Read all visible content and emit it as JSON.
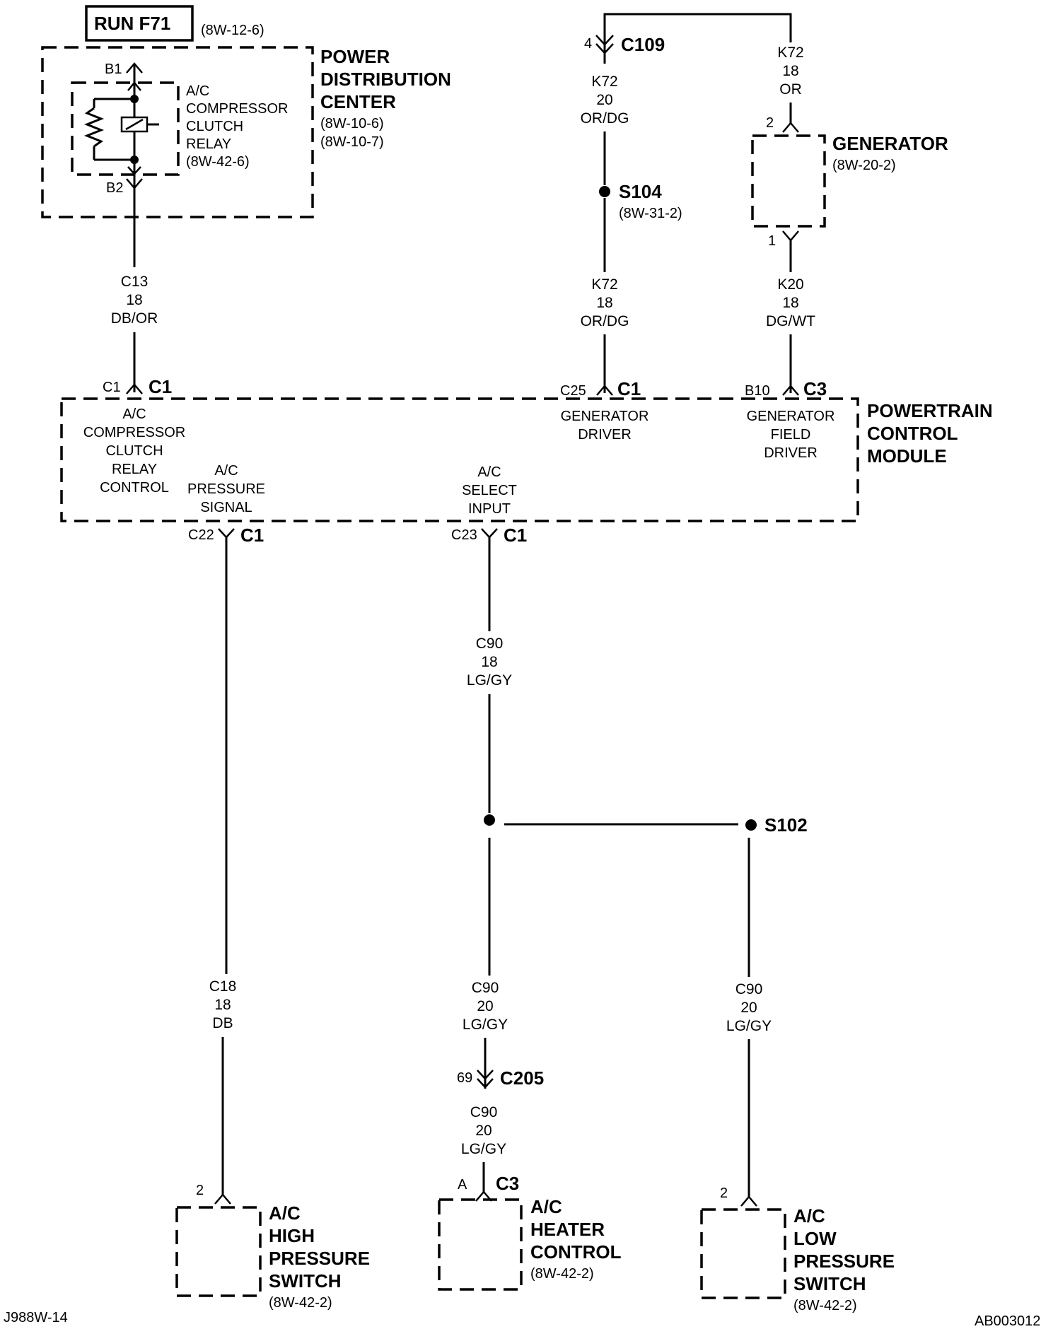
{
  "fuse": {
    "label": "RUN F71",
    "ref": "(8W-12-6)"
  },
  "pdc": {
    "title": [
      "POWER",
      "DISTRIBUTION",
      "CENTER"
    ],
    "refs": [
      "(8W-10-6)",
      "(8W-10-7)"
    ],
    "pin_top": "B1",
    "pin_bottom": "B2",
    "relay": {
      "lines": [
        "A/C",
        "COMPRESSOR",
        "CLUTCH",
        "RELAY",
        "(8W-42-6)"
      ]
    }
  },
  "wires": {
    "c13": [
      "C13",
      "18",
      "DB/OR"
    ],
    "k72_upper": [
      "K72",
      "20",
      "OR/DG"
    ],
    "k72_lower": [
      "K72",
      "18",
      "OR/DG"
    ],
    "k72_gen": [
      "K72",
      "18",
      "OR"
    ],
    "k20": [
      "K20",
      "18",
      "DG/WT"
    ],
    "c90_main": [
      "C90",
      "18",
      "LG/GY"
    ],
    "c18": [
      "C18",
      "18",
      "DB"
    ],
    "c90_heater": [
      "C90",
      "20",
      "LG/GY"
    ],
    "c90_heater_lower": [
      "C90",
      "20",
      "LG/GY"
    ],
    "c90_low": [
      "C90",
      "20",
      "LG/GY"
    ]
  },
  "connectors": {
    "c109": {
      "name": "C109",
      "pin": "4"
    },
    "c205": {
      "name": "C205",
      "pin": "69"
    },
    "pcm_c1_a": {
      "name": "C1",
      "pin": "C1"
    },
    "pcm_c1_b": {
      "name": "C1",
      "pin": "C25"
    },
    "pcm_c3": {
      "name": "C3",
      "pin": "B10"
    },
    "pcm_c1_c": {
      "name": "C1",
      "pin": "C22"
    },
    "pcm_c1_d": {
      "name": "C1",
      "pin": "C23"
    },
    "heater_c3": {
      "name": "C3",
      "pin": "A"
    }
  },
  "splices": {
    "s104": {
      "name": "S104",
      "ref": "(8W-31-2)"
    },
    "s102": {
      "name": "S102"
    }
  },
  "generator": {
    "title": "GENERATOR",
    "ref": "(8W-20-2)",
    "pin_top": "2",
    "pin_bottom": "1"
  },
  "pcm": {
    "title": [
      "POWERTRAIN",
      "CONTROL",
      "MODULE"
    ],
    "func_relay": [
      "A/C",
      "COMPRESSOR",
      "CLUTCH",
      "RELAY",
      "CONTROL"
    ],
    "func_gen_driver": [
      "GENERATOR",
      "DRIVER"
    ],
    "func_field_driver": [
      "GENERATOR",
      "FIELD",
      "DRIVER"
    ],
    "func_pressure": [
      "A/C",
      "PRESSURE",
      "SIGNAL"
    ],
    "func_select": [
      "A/C",
      "SELECT",
      "INPUT"
    ]
  },
  "high_switch": {
    "title": [
      "A/C",
      "HIGH",
      "PRESSURE",
      "SWITCH"
    ],
    "ref": "(8W-42-2)",
    "pin": "2"
  },
  "heater_control": {
    "title": [
      "A/C",
      "HEATER",
      "CONTROL"
    ],
    "ref": "(8W-42-2)"
  },
  "low_switch": {
    "title": [
      "A/C",
      "LOW",
      "PRESSURE",
      "SWITCH"
    ],
    "ref": "(8W-42-2)",
    "pin": "2"
  },
  "footer": {
    "left": "J988W-14",
    "right": "AB003012"
  }
}
